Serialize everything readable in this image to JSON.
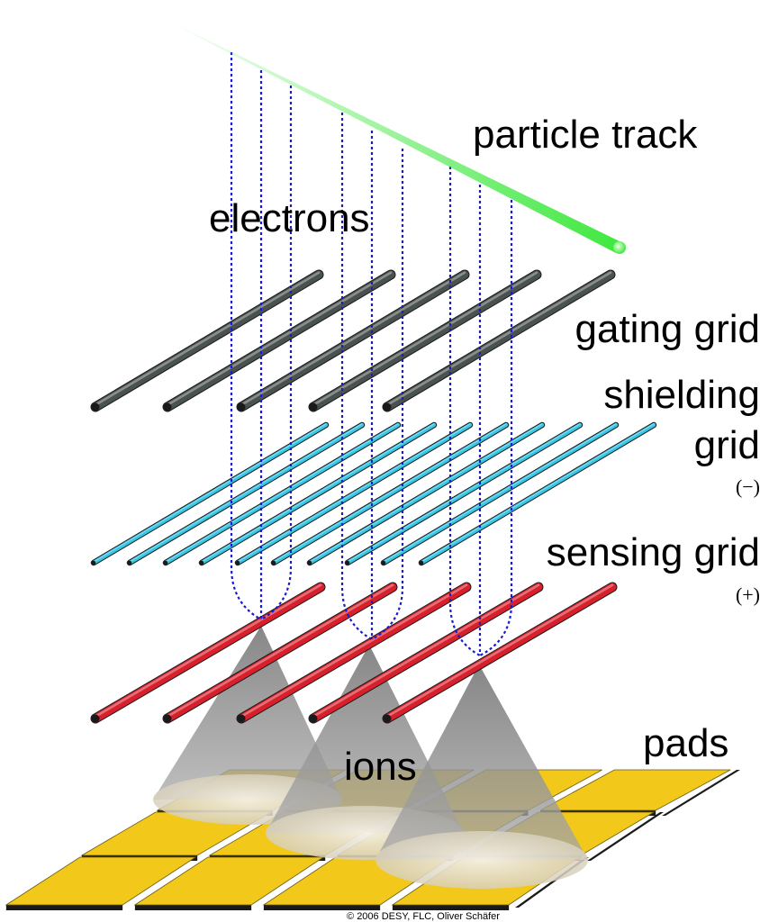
{
  "labels": {
    "particle_track": "particle track",
    "electrons": "electrons",
    "gating_grid": "gating grid",
    "shielding_line1": "shielding",
    "shielding_line2": "grid",
    "shielding_sign": "(−)",
    "sensing_grid": "sensing grid",
    "sensing_sign": "(+)",
    "pads": "pads",
    "ions": "ions",
    "copyright": "© 2006 DESY, FLC, Oliver Schäfer"
  },
  "colors": {
    "track": "#3ee83e",
    "electron_path": "#1a1ad0",
    "gating_wire": "#4a5250",
    "shielding_wire": "#35c6e6",
    "sensing_wire": "#d8202c",
    "pad_fill": "#f2c81a",
    "pad_edge": "#1a1a1a",
    "ion_cone": "#909090"
  }
}
